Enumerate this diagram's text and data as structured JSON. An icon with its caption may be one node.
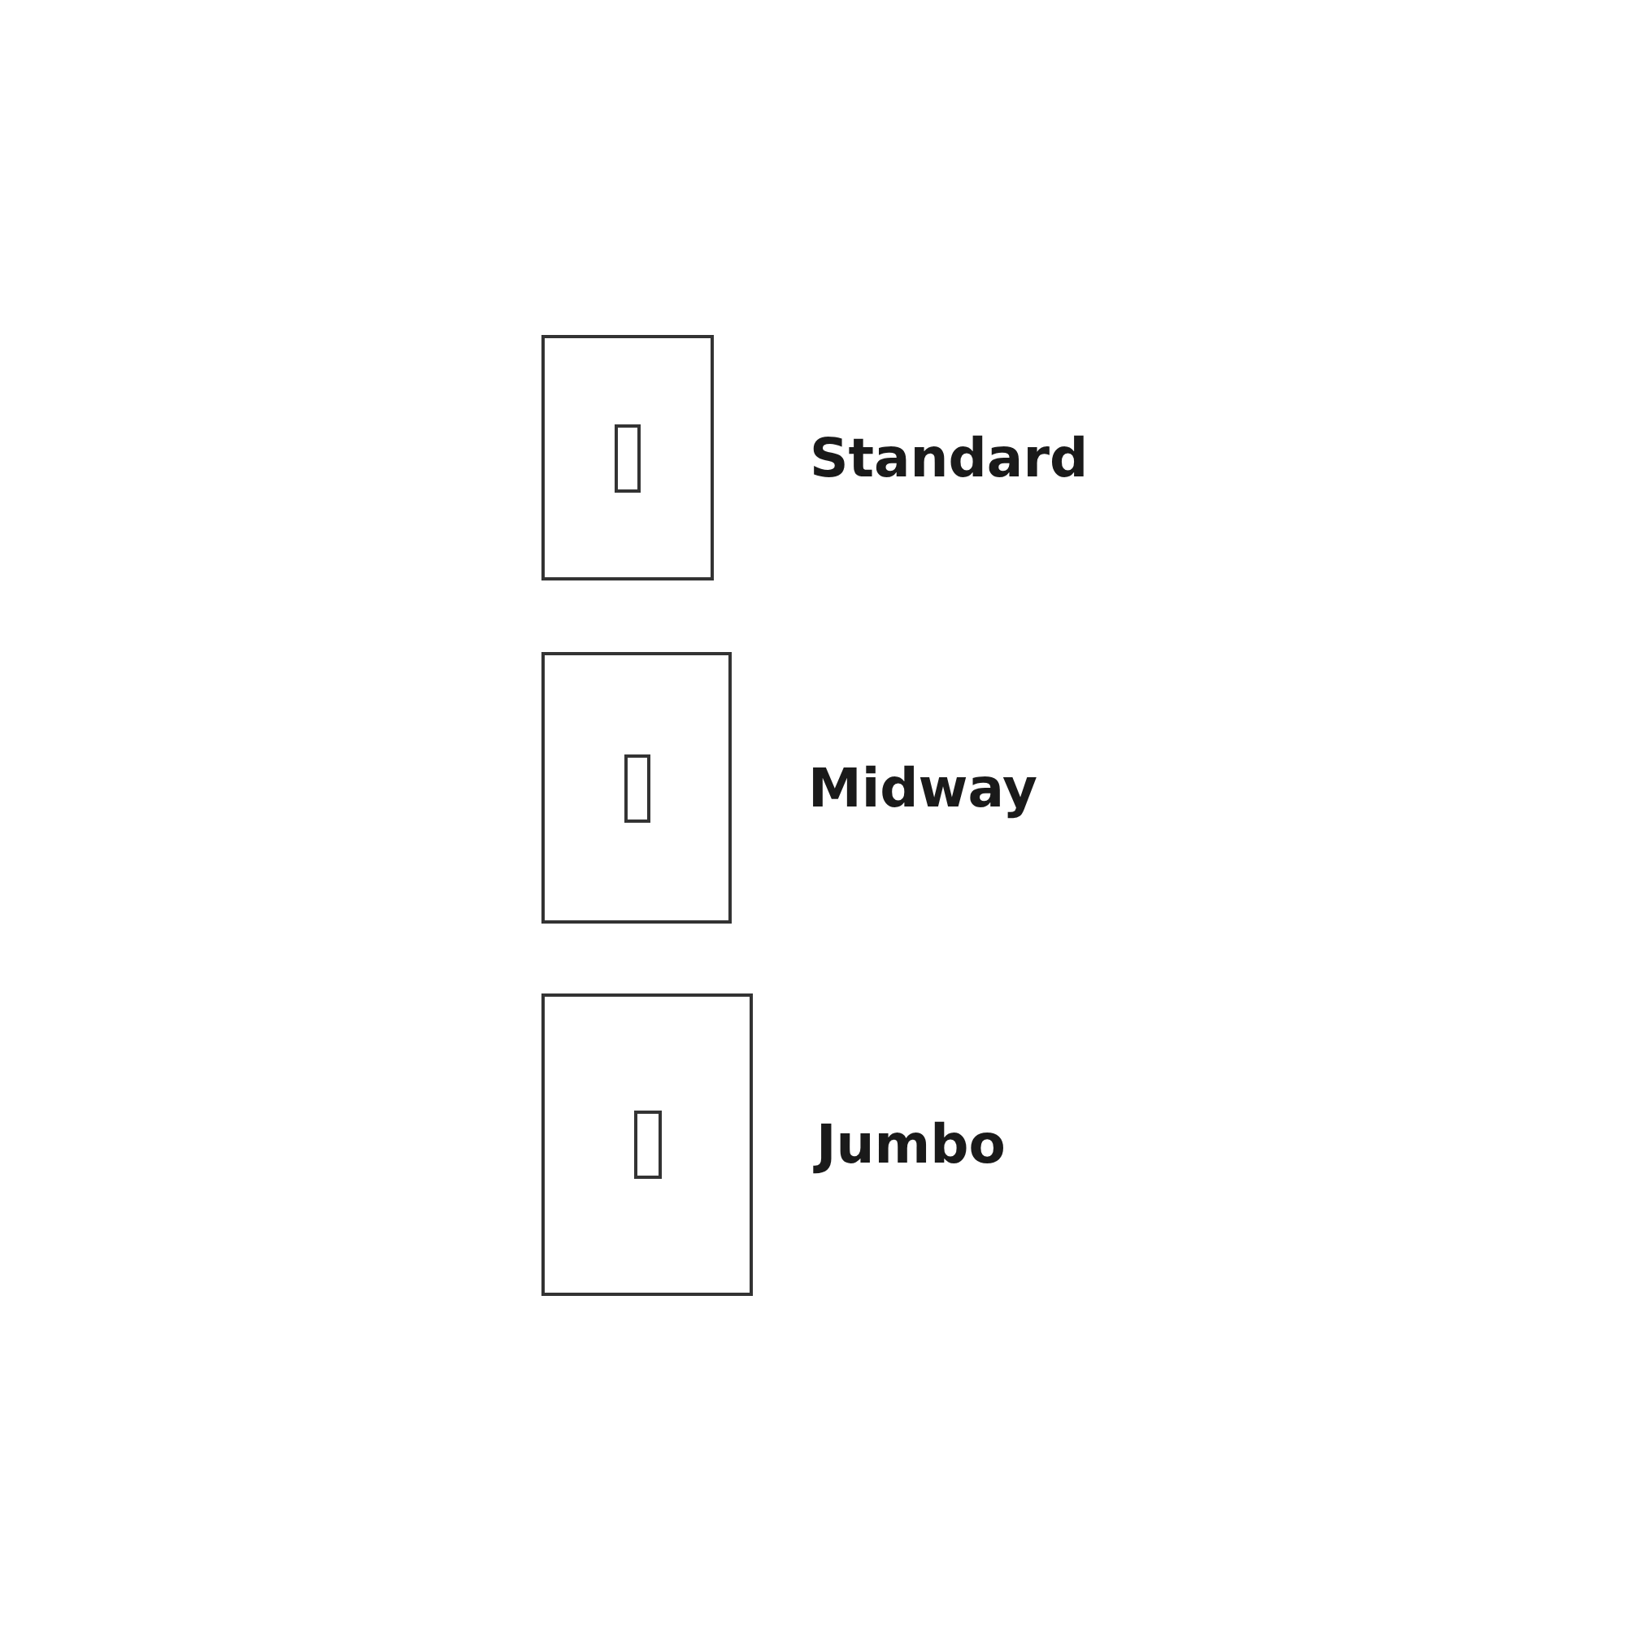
{
  "diagram": {
    "nodes": [
      {
        "text": [],
        "shape": "box",
        "beside": [
          "Standard"
        ]
      },
      {
        "text": [],
        "shape": "box",
        "beside": [
          "Midway"
        ]
      },
      {
        "text": [],
        "shape": "box",
        "beside": [
          "Jumbo"
        ]
      }
    ]
  }
}
